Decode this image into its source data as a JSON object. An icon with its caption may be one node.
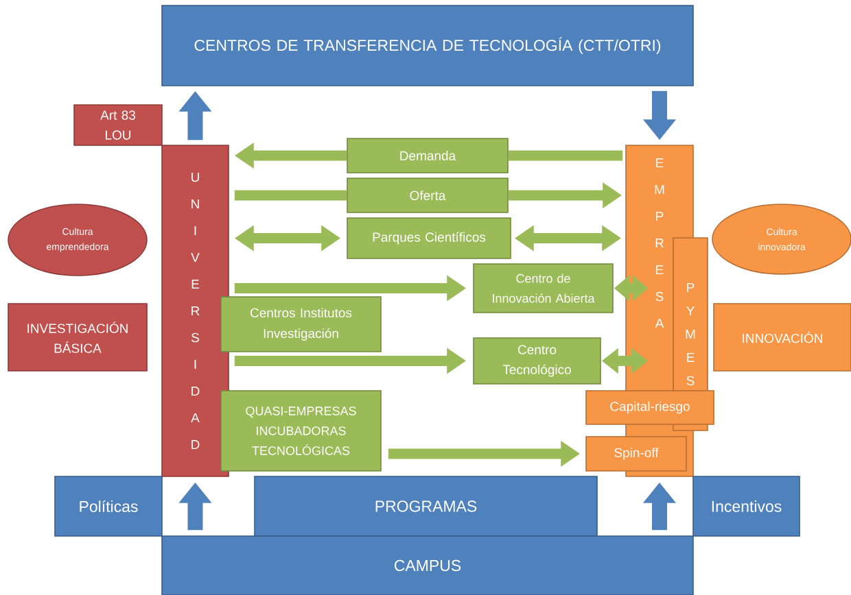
{
  "diagram": {
    "nodes": [
      {
        "text": [
          "CENTROS DE TRANSFERENCIA DE TECNOLOGÍA (CTT/OTRI)"
        ]
      },
      {
        "text": [
          "Art 83 LOU"
        ]
      },
      {
        "text": [
          "UNIVERSIDAD"
        ]
      },
      {
        "text": [
          "Demanda"
        ]
      },
      {
        "text": [
          "EMPRESA"
        ]
      },
      {
        "text": [
          "Oferta"
        ]
      },
      {
        "text": [
          "Cultura emprendedora"
        ]
      },
      {
        "text": [
          "Parques Científicos"
        ]
      },
      {
        "text": [
          "PYMES"
        ]
      },
      {
        "text": [
          "Cultura innovadora"
        ]
      },
      {
        "text": [
          "Centro de Innovación Abierta"
        ]
      },
      {
        "text": [
          "Centros Institutos Investigación"
        ]
      },
      {
        "text": [
          "INVESTIGACIÓN BÁSICA"
        ]
      },
      {
        "text": [
          "INNOVACIÓN"
        ]
      },
      {
        "text": [
          "Centro Tecnológico"
        ]
      },
      {
        "text": [
          "QUASI-EMPRESAS INCUBADORAS TECNOLÓGICAS"
        ]
      },
      {
        "text": [
          "Capital-riesgo"
        ]
      },
      {
        "text": [
          "Spin-off"
        ]
      },
      {
        "text": [
          "Políticas"
        ]
      },
      {
        "text": [
          "PROGRAMAS"
        ]
      },
      {
        "text": [
          "Incentivos"
        ]
      },
      {
        "text": [
          "CAMPUS"
        ]
      }
    ],
    "edges": [
      {
        "from": 2,
        "to": 0,
        "arrow": "to",
        "color": "#4f81bd"
      },
      {
        "from": 0,
        "to": 4,
        "arrow": "to",
        "color": "#4f81bd"
      },
      {
        "from": 4,
        "to": 3,
        "arrow": "none"
      },
      {
        "from": 3,
        "to": 2,
        "arrow": "to"
      },
      {
        "from": 2,
        "to": 5,
        "arrow": "none"
      },
      {
        "from": 5,
        "to": 4,
        "arrow": "to"
      },
      {
        "from": 2,
        "to": 7,
        "arrow": "both"
      },
      {
        "from": 7,
        "to": 4,
        "arrow": "both"
      },
      {
        "from": 2,
        "to": 10,
        "arrow": "to"
      },
      {
        "from": 10,
        "to": 4,
        "arrow": "both"
      },
      {
        "from": 2,
        "to": 14,
        "arrow": "to"
      },
      {
        "from": 14,
        "to": 4,
        "arrow": "both"
      },
      {
        "from": 15,
        "to": 17,
        "arrow": "to"
      },
      {
        "from": 21,
        "to": 2,
        "arrow": "to",
        "color": "#4f81bd"
      },
      {
        "from": 21,
        "to": 4,
        "arrow": "to",
        "color": "#4f81bd"
      }
    ]
  }
}
